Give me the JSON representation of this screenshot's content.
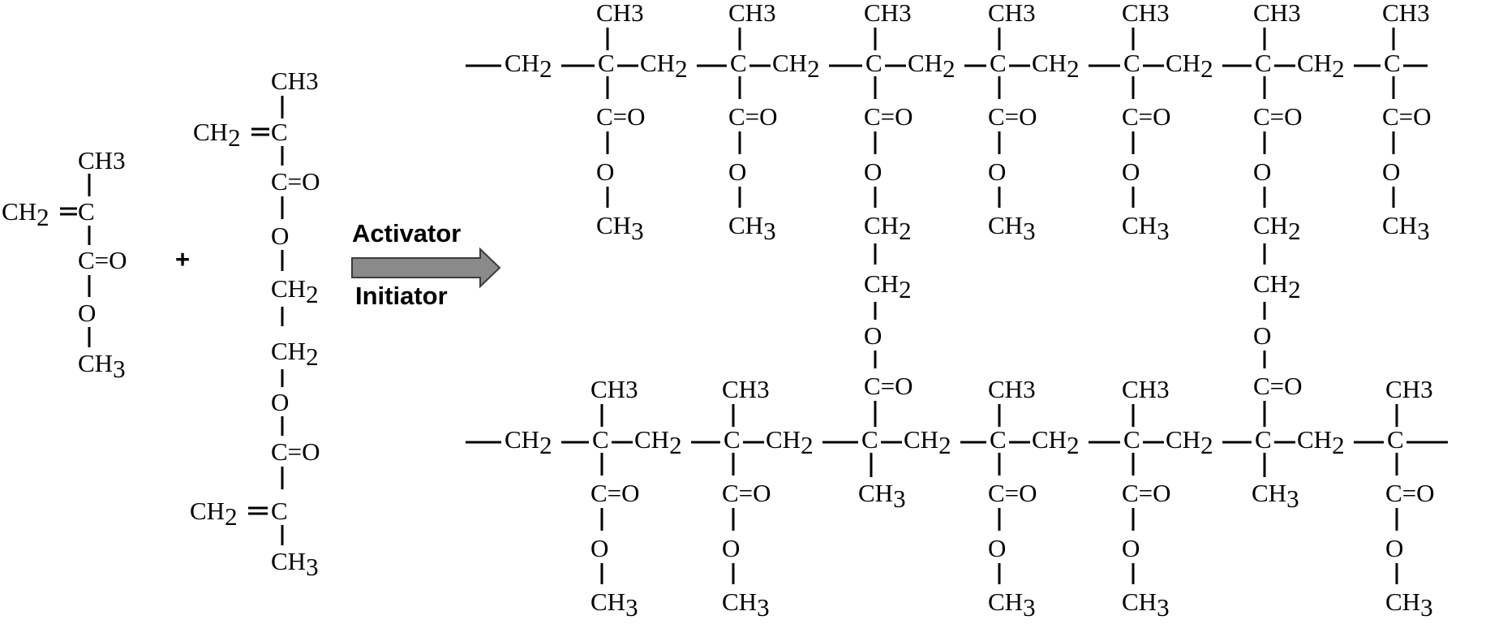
{
  "diagram": {
    "plus": "+",
    "reaction": {
      "above": "Activator",
      "below": "Initiator"
    },
    "monomer": {
      "ch2": "CH",
      "ch2_sub": "2",
      "methyl": "CH3",
      "c": "C",
      "carbonyl": "C=O",
      "o": "O",
      "ch3": "CH",
      "ch3_sub": "3"
    },
    "crosslinker": {
      "methyl_top": "CH3",
      "ch2_a": "CH",
      "ch2_a_sub": "2",
      "c_top": "C",
      "carbonyl_top": "C=O",
      "o_top": "O",
      "ch2_b": "CH",
      "ch2_b_sub": "2",
      "ch2_c": "CH",
      "ch2_c_sub": "2",
      "o_bottom": "O",
      "carbonyl_bottom": "C=O",
      "ch2_d": "CH",
      "ch2_d_sub": "2",
      "c_bottom": "C",
      "ch3_bottom": "CH",
      "ch3_bottom_sub": "3"
    },
    "chain_atoms": {
      "methyl": "CH3",
      "ch2": "CH",
      "ch2_sub": "2",
      "c": "C",
      "carbonyl": "C=O",
      "o": "O",
      "ch3": "CH",
      "ch3_sub": "3"
    }
  }
}
